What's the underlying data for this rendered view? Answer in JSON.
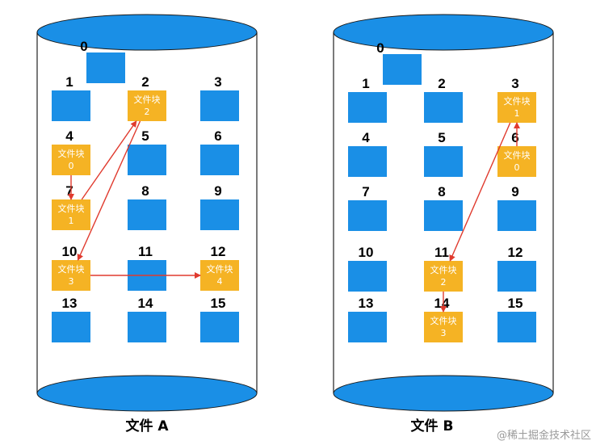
{
  "colors": {
    "free_block": "#1a8fe6",
    "file_block": "#f5b324",
    "arrow": "#e03a2e",
    "ellipse": "#1a8fe6"
  },
  "block_label": "文件块",
  "disks": [
    {
      "caption": "文件 A",
      "block_numbers": [
        "0",
        "1",
        "2",
        "3",
        "4",
        "5",
        "6",
        "7",
        "8",
        "9",
        "10",
        "11",
        "12",
        "13",
        "14",
        "15"
      ],
      "file_blocks": [
        {
          "disk_block": "4",
          "index": "0"
        },
        {
          "disk_block": "7",
          "index": "1"
        },
        {
          "disk_block": "2",
          "index": "2"
        },
        {
          "disk_block": "10",
          "index": "3"
        },
        {
          "disk_block": "12",
          "index": "4"
        }
      ],
      "chain": [
        "4",
        "7",
        "2",
        "10",
        "12"
      ]
    },
    {
      "caption": "文件 B",
      "block_numbers": [
        "0",
        "1",
        "2",
        "3",
        "4",
        "5",
        "6",
        "7",
        "8",
        "9",
        "10",
        "11",
        "12",
        "13",
        "14",
        "15"
      ],
      "file_blocks": [
        {
          "disk_block": "6",
          "index": "0"
        },
        {
          "disk_block": "3",
          "index": "1"
        },
        {
          "disk_block": "11",
          "index": "2"
        },
        {
          "disk_block": "14",
          "index": "3"
        }
      ],
      "chain": [
        "6",
        "3",
        "11",
        "14"
      ]
    }
  ],
  "watermark": "@稀土掘金技术社区"
}
